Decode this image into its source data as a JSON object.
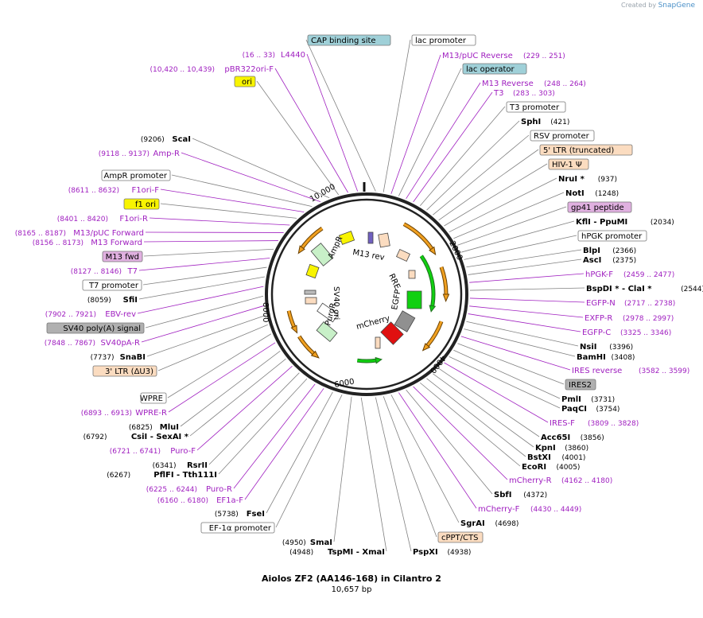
{
  "credit": {
    "prefix": "Created by",
    "brand": "SnapGene"
  },
  "title": "Aiolos ZF2 (AA146-168) in Cilantro 2",
  "subtitle": "10,657 bp",
  "ruler_ticks": [
    "2000",
    "4000",
    "6000",
    "8000",
    "10,000"
  ],
  "colors": {
    "site": "#000000",
    "primer": "#a020c0",
    "feature_line": "#808080",
    "promoter_fill": "#ffffff",
    "ori_fill": "#f8f400",
    "protein_bind_fill": "#9fd0d8",
    "ltr_fill": "#fbdcc0",
    "misc_fill": "#e0b0e0",
    "polya_fill": "#b0b0b0",
    "arrow_orange": "#f0a020",
    "egfp": "#10d010",
    "mcherry": "#e01010",
    "ampr": "#c8f0c8",
    "mcherry_grey": "#909090"
  },
  "inner_labels": [
    "M13 rev",
    "RRE",
    "EGFP",
    "mCherry",
    "PuroR",
    "SV40 ori",
    "AmpR"
  ],
  "right_labels": [
    {
      "text": "CAP binding site",
      "kind": "bind"
    },
    {
      "text": "lac promoter",
      "kind": "promoter"
    },
    {
      "text": "M13/pUC Reverse",
      "kind": "primer",
      "coord": "(229 .. 251)"
    },
    {
      "text": "lac operator",
      "kind": "bind"
    },
    {
      "text": "M13 Reverse",
      "kind": "primer",
      "coord": "(248 .. 264)"
    },
    {
      "text": "T3",
      "kind": "primer",
      "coord": "(283 .. 303)"
    },
    {
      "text": "T3 promoter",
      "kind": "promoter"
    },
    {
      "text": "SphI",
      "kind": "site",
      "coord": "(421)"
    },
    {
      "text": "RSV promoter",
      "kind": "promoter"
    },
    {
      "text": "5' LTR (truncated)",
      "kind": "ltr"
    },
    {
      "text": "HIV-1 Ψ",
      "kind": "ltr"
    },
    {
      "text": "NruI *",
      "kind": "site",
      "coord": "(937)"
    },
    {
      "text": "NotI",
      "kind": "site",
      "coord": "(1248)"
    },
    {
      "text": "gp41 peptide",
      "kind": "misc"
    },
    {
      "text": "KflI  - PpuMI",
      "kind": "site",
      "coord": "(2034)"
    },
    {
      "text": "hPGK promoter",
      "kind": "promoter"
    },
    {
      "text": "BlpI",
      "kind": "site",
      "coord": "(2366)"
    },
    {
      "text": "AscI",
      "kind": "site",
      "coord": "(2375)"
    },
    {
      "text": "hPGK-F",
      "kind": "primer",
      "coord": "(2459 .. 2477)"
    },
    {
      "text": "BspDI *  - ClaI *",
      "kind": "site",
      "coord": "(2544)"
    },
    {
      "text": "EGFP-N",
      "kind": "primer",
      "coord": "(2717 .. 2738)"
    },
    {
      "text": "EXFP-R",
      "kind": "primer",
      "coord": "(2978 .. 2997)"
    },
    {
      "text": "EGFP-C",
      "kind": "primer",
      "coord": "(3325 .. 3346)"
    },
    {
      "text": "NsiI",
      "kind": "site",
      "coord": "(3396)"
    },
    {
      "text": "BamHI",
      "kind": "site",
      "coord": "(3408)"
    },
    {
      "text": "IRES reverse",
      "kind": "primer",
      "coord": "(3582 .. 3599)"
    },
    {
      "text": "IRES2",
      "kind": "polya"
    },
    {
      "text": "PmlI",
      "kind": "site",
      "coord": "(3731)"
    },
    {
      "text": "PaqCI",
      "kind": "site",
      "coord": "(3754)"
    },
    {
      "text": "IRES-F",
      "kind": "primer",
      "coord": "(3809 .. 3828)"
    },
    {
      "text": "Acc65I",
      "kind": "site",
      "coord": "(3856)"
    },
    {
      "text": "KpnI",
      "kind": "site",
      "coord": "(3860)"
    },
    {
      "text": "BstXI",
      "kind": "site",
      "coord": "(4001)"
    },
    {
      "text": "EcoRI",
      "kind": "site",
      "coord": "(4005)"
    },
    {
      "text": "mCherry-R",
      "kind": "primer",
      "coord": "(4162 .. 4180)"
    },
    {
      "text": "SbfI",
      "kind": "site",
      "coord": "(4372)"
    },
    {
      "text": "mCherry-F",
      "kind": "primer",
      "coord": "(4430 .. 4449)"
    },
    {
      "text": "SgrAI",
      "kind": "site",
      "coord": "(4698)"
    },
    {
      "text": "cPPT/CTS",
      "kind": "ltr"
    },
    {
      "text": "PspXI",
      "kind": "site",
      "coord": "(4938)"
    }
  ],
  "left_labels": [
    {
      "text": "L4440",
      "kind": "primer",
      "coord": "(16 .. 33)"
    },
    {
      "text": "pBR322ori-F",
      "kind": "primer",
      "coord": "(10,420 .. 10,439)"
    },
    {
      "text": "ori",
      "kind": "ori"
    },
    {
      "text": "ScaI",
      "kind": "site",
      "coord": "(9206)"
    },
    {
      "text": "Amp-R",
      "kind": "primer",
      "coord": "(9118 .. 9137)"
    },
    {
      "text": "AmpR promoter",
      "kind": "promoter"
    },
    {
      "text": "F1ori-F",
      "kind": "primer",
      "coord": "(8611 .. 8632)"
    },
    {
      "text": "f1 ori",
      "kind": "ori"
    },
    {
      "text": "F1ori-R",
      "kind": "primer",
      "coord": "(8401 .. 8420)"
    },
    {
      "text": "M13/pUC Forward",
      "kind": "primer",
      "coord": "(8165 .. 8187)"
    },
    {
      "text": "M13 Forward",
      "kind": "primer",
      "coord": "(8156 .. 8173)"
    },
    {
      "text": "M13 fwd",
      "kind": "misc"
    },
    {
      "text": "T7",
      "kind": "primer",
      "coord": "(8127 .. 8146)"
    },
    {
      "text": "T7 promoter",
      "kind": "promoter"
    },
    {
      "text": "SfiI",
      "kind": "site",
      "coord": "(8059)"
    },
    {
      "text": "EBV-rev",
      "kind": "primer",
      "coord": "(7902 .. 7921)"
    },
    {
      "text": "SV40 poly(A) signal",
      "kind": "polya"
    },
    {
      "text": "SV40pA-R",
      "kind": "primer",
      "coord": "(7848 .. 7867)"
    },
    {
      "text": "SnaBI",
      "kind": "site",
      "coord": "(7737)"
    },
    {
      "text": "3' LTR (ΔU3)",
      "kind": "ltr"
    },
    {
      "text": "WPRE",
      "kind": "promoter"
    },
    {
      "text": "WPRE-R",
      "kind": "primer",
      "coord": "(6893 .. 6913)"
    },
    {
      "text": "MluI",
      "kind": "site",
      "coord": "(6825)"
    },
    {
      "text": "CsiI  - SexAI *",
      "kind": "site",
      "coord": "(6792)"
    },
    {
      "text": "Puro-F",
      "kind": "primer",
      "coord": "(6721 .. 6741)"
    },
    {
      "text": "RsrII",
      "kind": "site",
      "coord": "(6341)"
    },
    {
      "text": "PflFI  - Tth111I",
      "kind": "site",
      "coord": "(6267)"
    },
    {
      "text": "Puro-R",
      "kind": "primer",
      "coord": "(6225 .. 6244)"
    },
    {
      "text": "EF1a-F",
      "kind": "primer",
      "coord": "(6160 .. 6180)"
    },
    {
      "text": "FseI",
      "kind": "site",
      "coord": "(5738)"
    },
    {
      "text": "EF-1α promoter",
      "kind": "promoter"
    },
    {
      "text": "SmaI",
      "kind": "site",
      "coord": "(4950)"
    },
    {
      "text": "TspMI  - XmaI",
      "kind": "site",
      "coord": "(4948)"
    }
  ]
}
